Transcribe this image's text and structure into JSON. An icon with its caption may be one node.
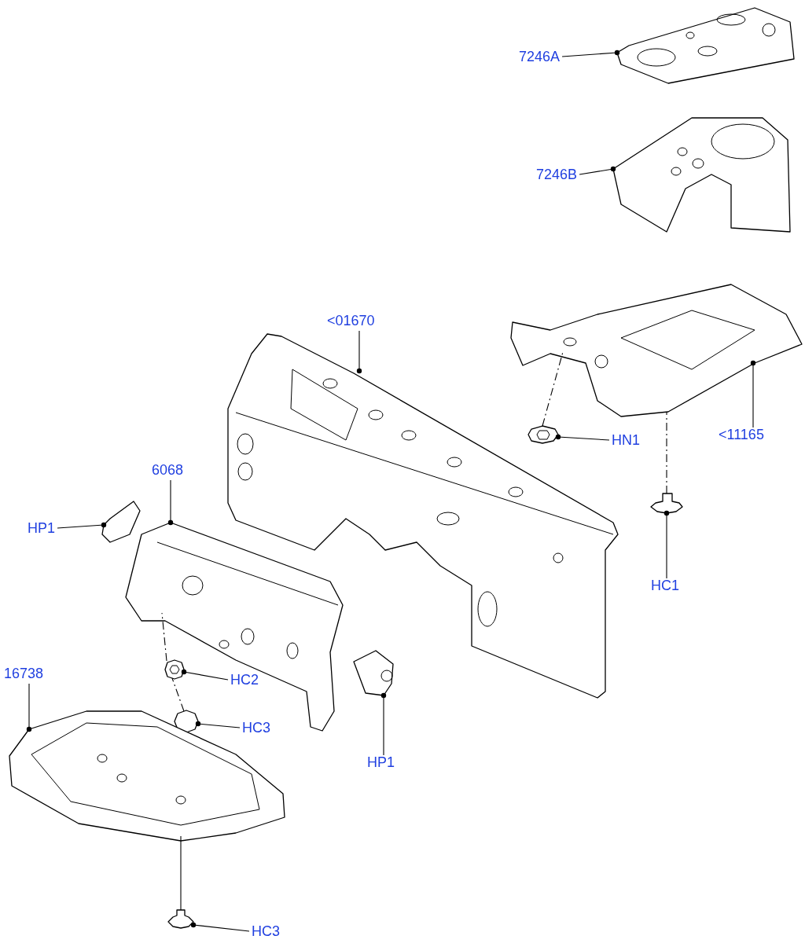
{
  "diagram": {
    "nodes": [
      {
        "text": [
          "7246A"
        ]
      },
      {
        "text": [],
        "shape": "picture"
      },
      {
        "text": [
          "7246B"
        ]
      },
      {
        "text": [],
        "shape": "picture"
      },
      {
        "text": [
          "<01670"
        ]
      },
      {
        "text": [],
        "shape": "picture"
      },
      {
        "text": [
          "<11165"
        ]
      },
      {
        "text": [],
        "shape": "picture"
      },
      {
        "text": [
          "HN1"
        ]
      },
      {
        "text": [],
        "shape": "picture"
      },
      {
        "text": [
          "HC1"
        ]
      },
      {
        "text": [],
        "shape": "picture"
      },
      {
        "text": [
          "6068"
        ]
      },
      {
        "text": [],
        "shape": "picture"
      },
      {
        "text": [
          "HP1"
        ]
      },
      {
        "text": [],
        "shape": "picture"
      },
      {
        "text": [
          "HC2"
        ]
      },
      {
        "text": [],
        "shape": "picture"
      },
      {
        "text": [
          "HC3"
        ]
      },
      {
        "text": [],
        "shape": "picture"
      },
      {
        "text": [
          "HP1"
        ]
      },
      {
        "text": [],
        "shape": "picture"
      },
      {
        "text": [
          "16738"
        ]
      },
      {
        "text": [],
        "shape": "picture"
      },
      {
        "text": [
          "HC3"
        ]
      },
      {
        "text": [],
        "shape": "picture"
      }
    ],
    "edges": [
      {
        "from": 0,
        "to": 1,
        "arrow": "other"
      },
      {
        "from": 2,
        "to": 3,
        "arrow": "other"
      },
      {
        "from": 4,
        "to": 5,
        "arrow": "other"
      },
      {
        "from": 6,
        "to": 7,
        "arrow": "other"
      },
      {
        "from": 8,
        "to": 9,
        "arrow": "other"
      },
      {
        "from": 10,
        "to": 11,
        "arrow": "other"
      },
      {
        "from": 12,
        "to": 13,
        "arrow": "other"
      },
      {
        "from": 14,
        "to": 15,
        "arrow": "other"
      },
      {
        "from": 16,
        "to": 17,
        "arrow": "other"
      },
      {
        "from": 18,
        "to": 19,
        "arrow": "other"
      },
      {
        "from": 20,
        "to": 21,
        "arrow": "other"
      },
      {
        "from": 22,
        "to": 23,
        "arrow": "other"
      },
      {
        "from": 24,
        "to": 25,
        "arrow": "other"
      },
      {
        "from": 9,
        "to": 7,
        "arrow": "none",
        "style": "dashed"
      },
      {
        "from": 11,
        "to": 7,
        "arrow": "none",
        "style": "dashed"
      },
      {
        "from": 17,
        "to": 13,
        "arrow": "none",
        "style": "dashed"
      },
      {
        "from": 19,
        "to": 17,
        "arrow": "none",
        "style": "dashed"
      },
      {
        "from": 25,
        "to": 23,
        "arrow": "none"
      }
    ]
  }
}
